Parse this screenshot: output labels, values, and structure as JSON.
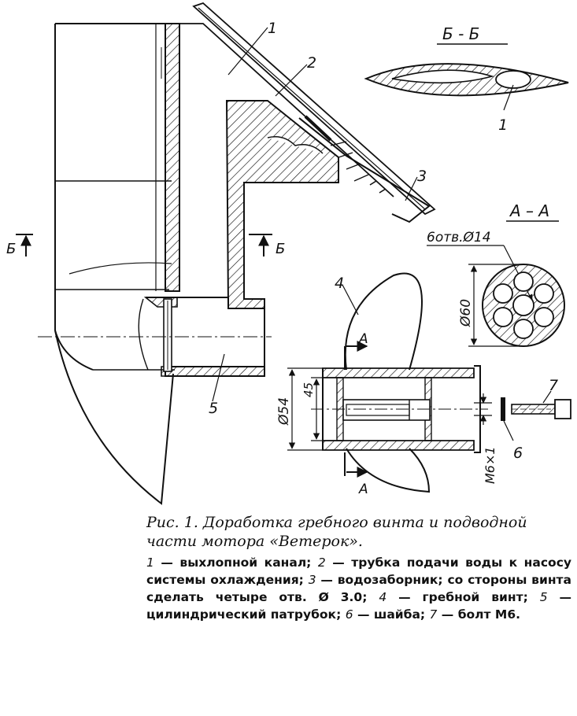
{
  "labels": {
    "part_1": "1",
    "part_2": "2",
    "part_3": "3",
    "part_4": "4",
    "part_5": "5",
    "part_6": "6",
    "part_7": "7",
    "section_bb_title": "Б - Б",
    "section_bb_part": "1",
    "section_aa_title": "A – A",
    "holes_note": "6отв.Ø14",
    "dim_60": "Ø60",
    "dim_54": "Ø54",
    "dim_45": "45",
    "thread_m6": "M6×1",
    "cut_b_left": "Б",
    "cut_b_right": "Б",
    "cut_a_top": "A",
    "cut_a_bottom": "A"
  },
  "caption": {
    "title": "Рис. 1. Доработка гребного винта и подводной части мотора «Ветерок».",
    "items": [
      {
        "num": "1",
        "text": "выхлопной канал;"
      },
      {
        "num": "2",
        "text": "трубка подачи воды к насосу системы охлаждения;"
      },
      {
        "num": "3",
        "text": "водозаборник; со стороны винта сделать четыре отв. Ø 3.0;"
      },
      {
        "num": "4",
        "text": "гребной винт;"
      },
      {
        "num": "5",
        "text": "цилиндрический патрубок;"
      },
      {
        "num": "6",
        "text": "шайба;"
      },
      {
        "num": "7",
        "text": "болт М6."
      }
    ]
  }
}
